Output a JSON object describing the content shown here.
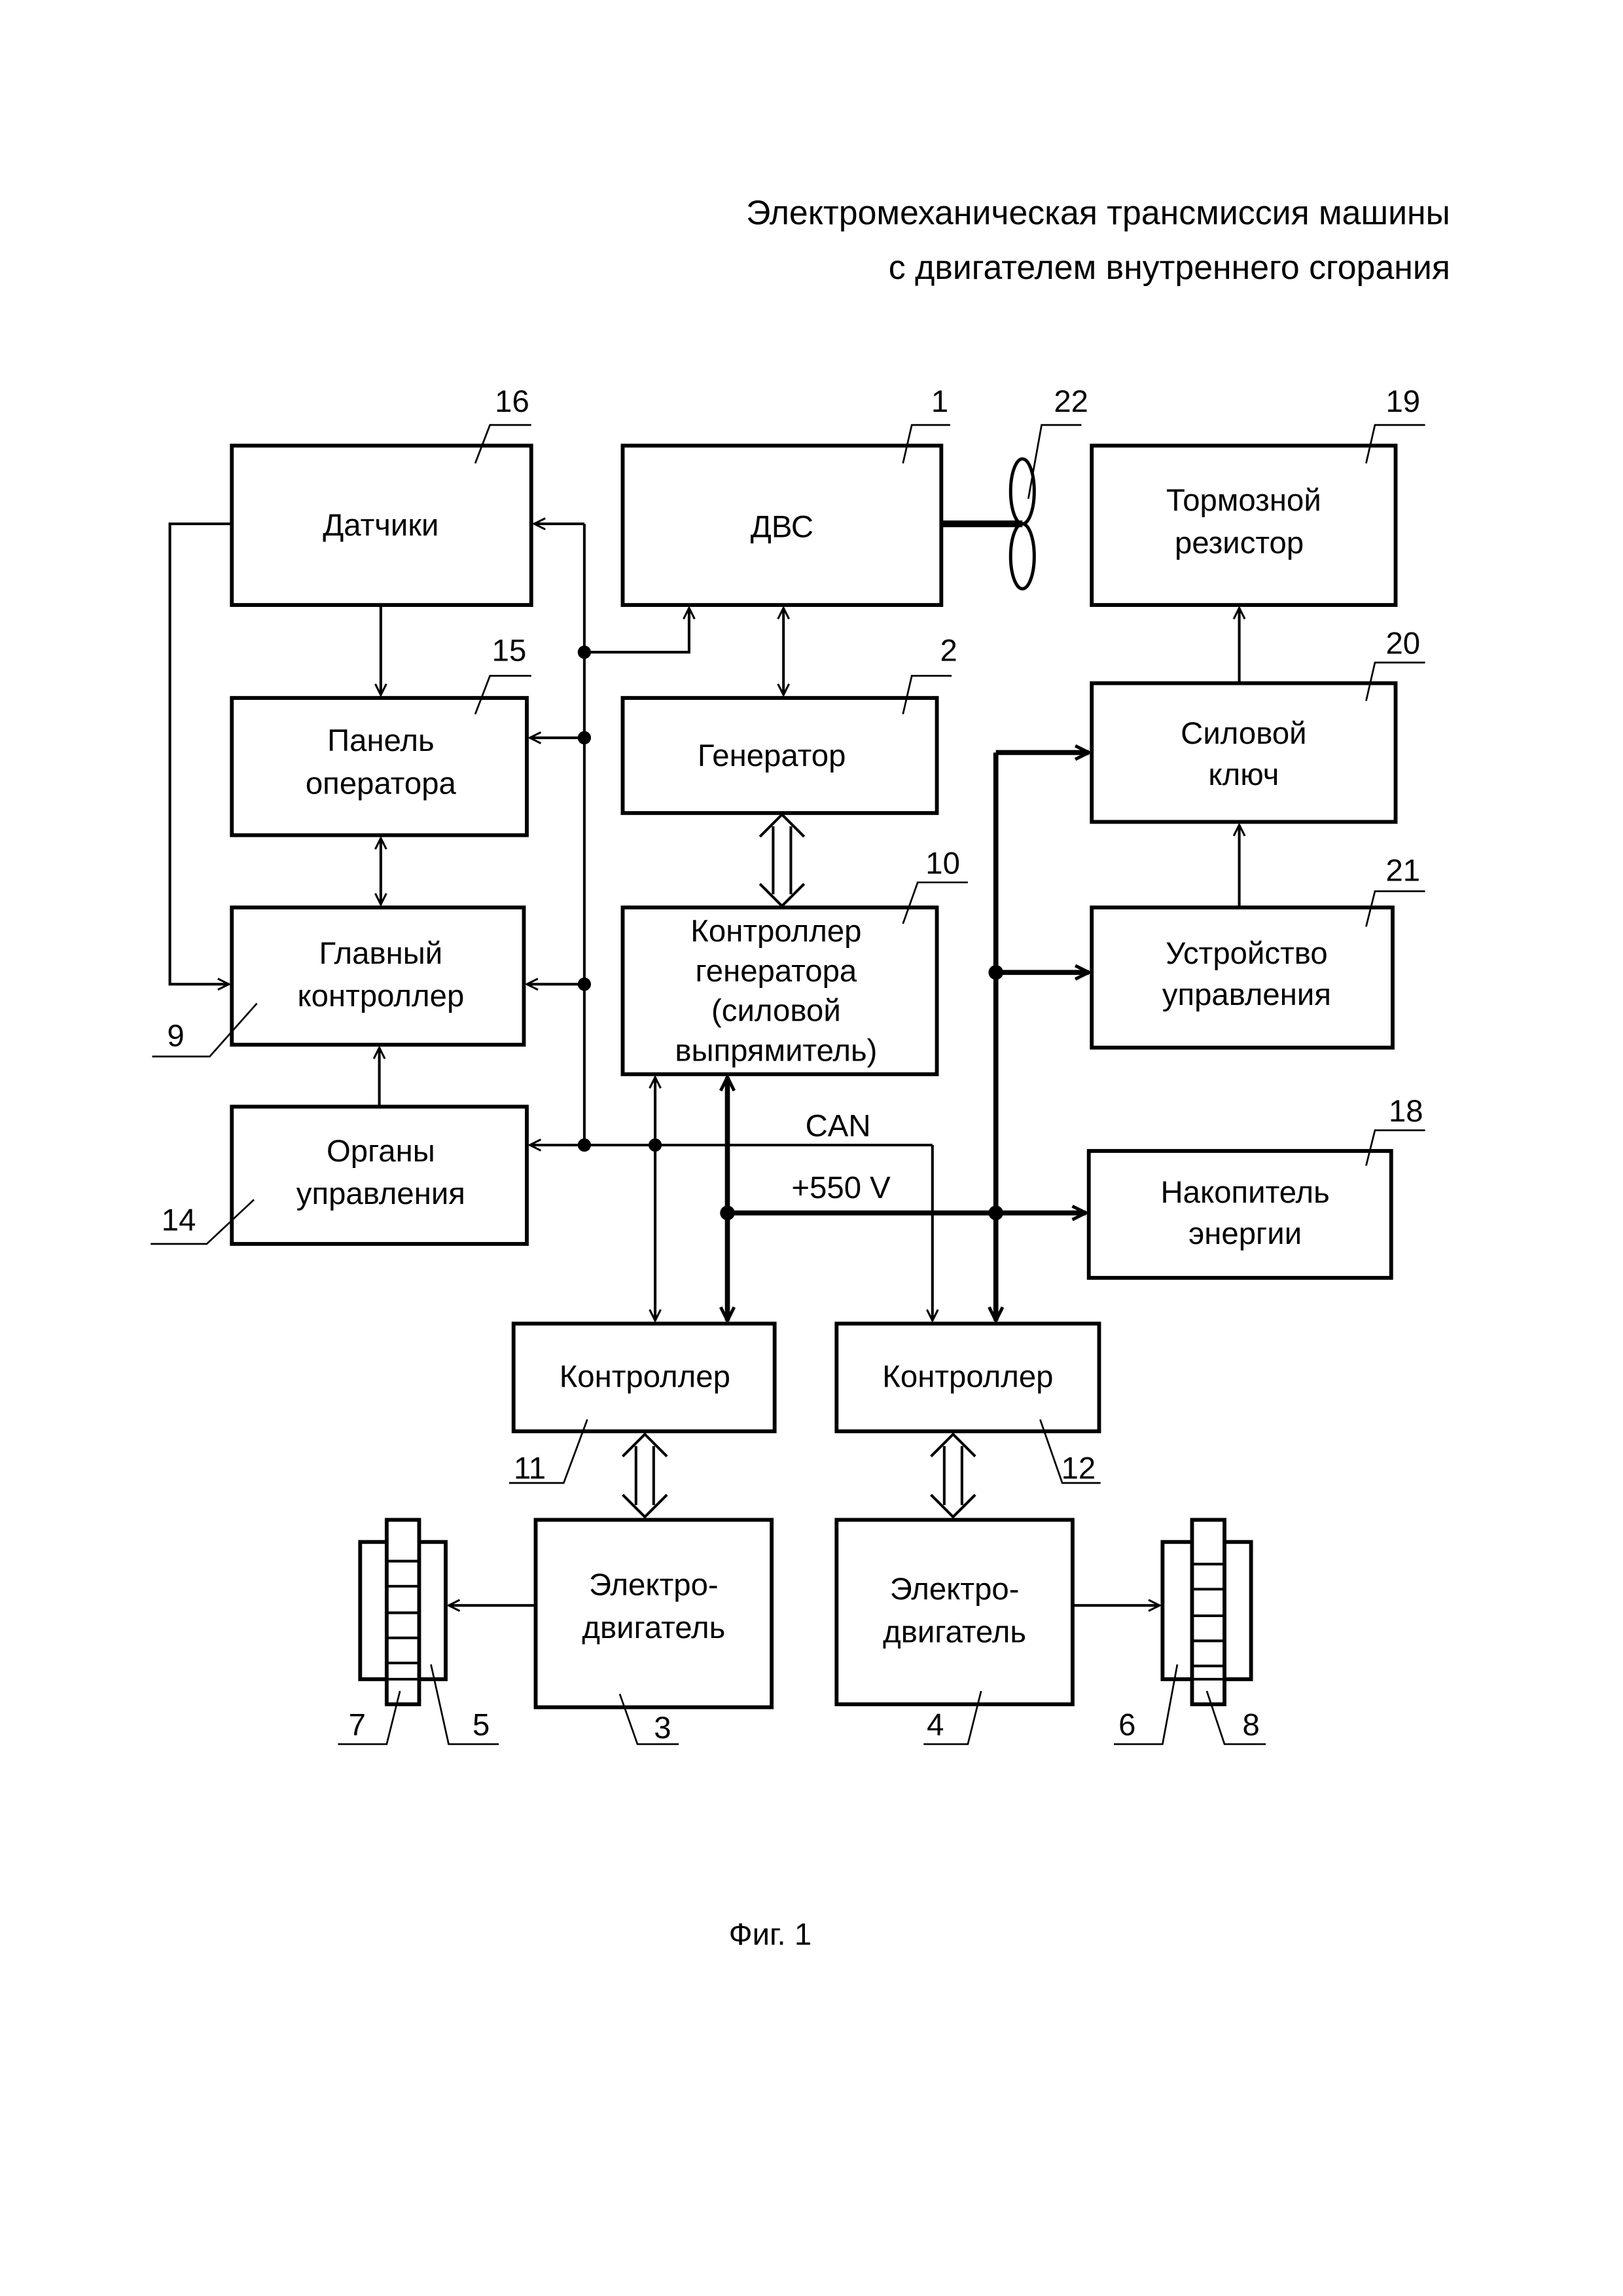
{
  "title": {
    "line1": "Электромеханическая трансмиссия машины",
    "line2": "с двигателем внутреннего сгорания"
  },
  "blocks": {
    "sensors": {
      "ref": "16",
      "lines": [
        "Датчики"
      ]
    },
    "ice": {
      "ref": "1",
      "lines": [
        "ДВС"
      ]
    },
    "fan": {
      "ref": "22"
    },
    "brake_resistor": {
      "ref": "19",
      "lines": [
        "Тормозной",
        "резистор"
      ]
    },
    "operator_panel": {
      "ref": "15",
      "lines": [
        "Панель",
        "оператора"
      ]
    },
    "generator": {
      "ref": "2",
      "lines": [
        "Генератор"
      ]
    },
    "power_switch": {
      "ref": "20",
      "lines": [
        "Силовой",
        "ключ"
      ]
    },
    "main_controller": {
      "ref": "9",
      "lines": [
        "Главный",
        "контроллер"
      ]
    },
    "generator_controller": {
      "ref": "10",
      "lines": [
        "Контроллер",
        "генератора",
        "(силовой",
        "выпрямитель)"
      ]
    },
    "control_device": {
      "ref": "21",
      "lines": [
        "Устройство",
        "управления"
      ]
    },
    "controls": {
      "ref": "14",
      "lines": [
        "Органы",
        "управления"
      ]
    },
    "energy_storage": {
      "ref": "18",
      "lines": [
        "Накопитель",
        "энергии"
      ]
    },
    "controller_left": {
      "ref": "11",
      "lines": [
        "Контроллер"
      ]
    },
    "controller_right": {
      "ref": "12",
      "lines": [
        "Контроллер"
      ]
    },
    "motor_left": {
      "ref": "3",
      "lines": [
        "Электро-",
        "двигатель"
      ]
    },
    "motor_right": {
      "ref": "4",
      "lines": [
        "Электро-",
        "двигатель"
      ]
    },
    "wheel_left": {
      "ref_track": "7",
      "ref_drive": "5"
    },
    "wheel_right": {
      "ref_drive": "6",
      "ref_track": "8"
    }
  },
  "buses": {
    "can": "CAN",
    "power": "+550 V"
  },
  "caption": "Фиг. 1"
}
